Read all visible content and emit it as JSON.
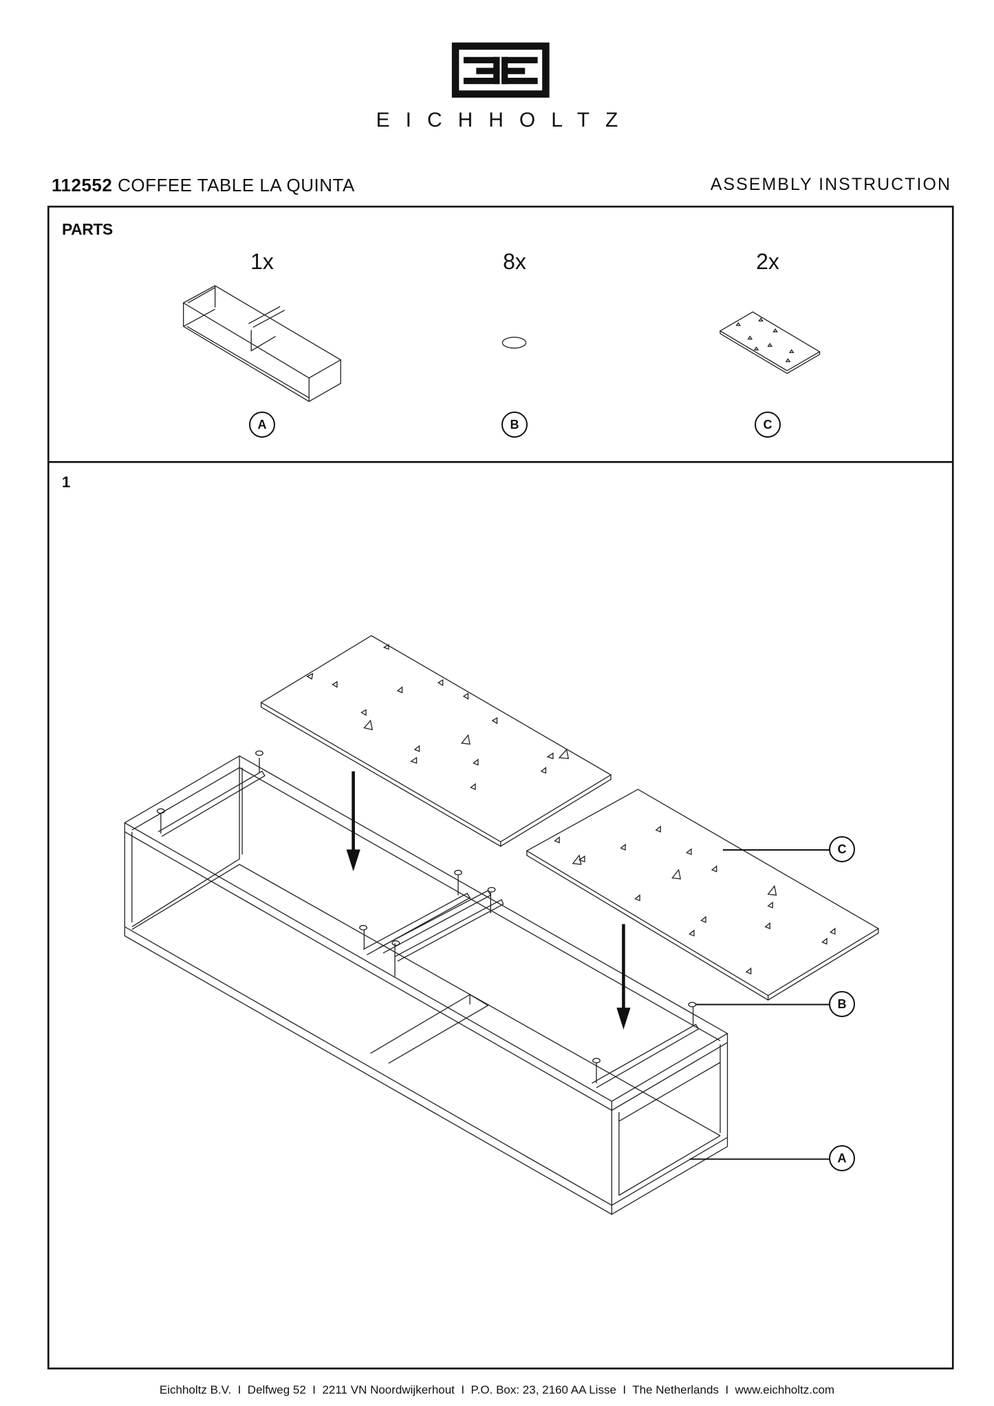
{
  "brand": {
    "logo_mark": "EE monogram",
    "name": "EICHHOLTZ"
  },
  "header": {
    "product_code": "112552",
    "product_name": "COFFEE TABLE LA QUINTA",
    "doc_type": "ASSEMBLY INSTRUCTION"
  },
  "parts": {
    "label": "PARTS",
    "items": [
      {
        "qty": "1x",
        "id": "A"
      },
      {
        "qty": "8x",
        "id": "B"
      },
      {
        "qty": "2x",
        "id": "C"
      }
    ]
  },
  "step1": {
    "number": "1",
    "callouts": [
      "C",
      "B",
      "A"
    ]
  },
  "footer": {
    "text": "Eichholtz B.V.  I  Delfweg 52  I  2211 VN Noordwijkerhout  I  P.O. Box: 23, 2160 AA Lisse  I  The Netherlands  I  www.eichholtz.com"
  }
}
